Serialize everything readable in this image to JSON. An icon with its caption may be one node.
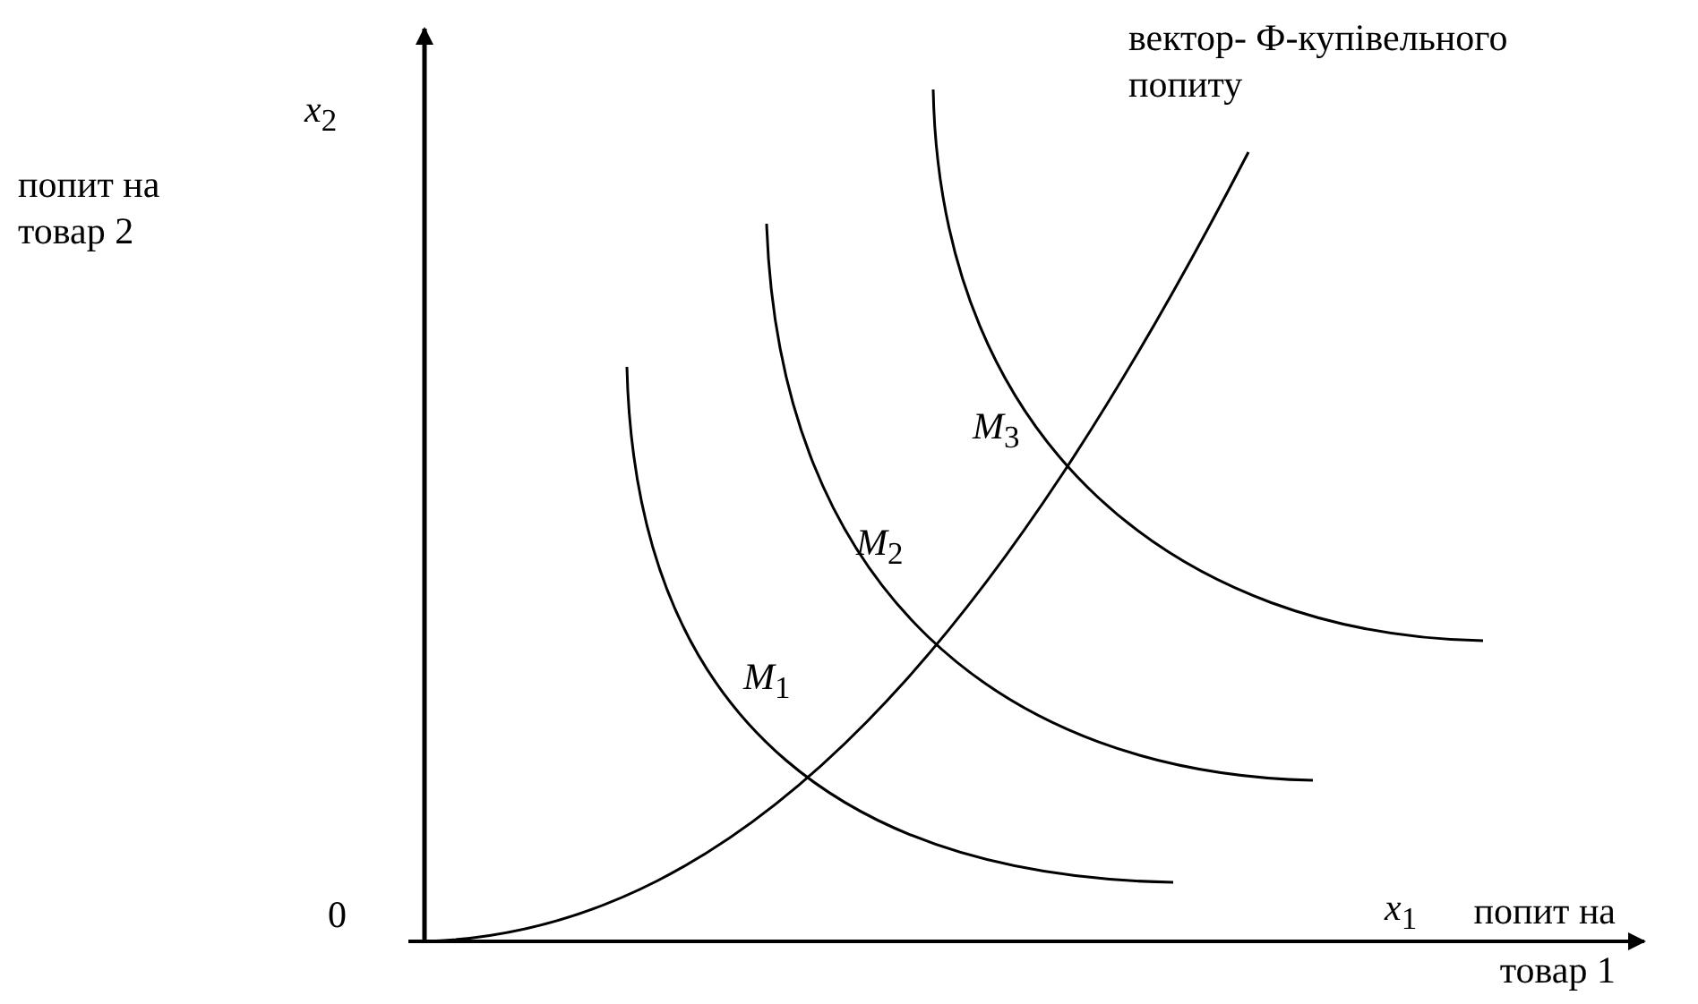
{
  "diagram": {
    "labels": [
      "*x*$_{2}$",
      "вектор- Ф-купівельного попиту",
      "попит на товар 2",
      "*M*$_{3}$",
      "*M*$_{2}$",
      "*M*$_{1}$",
      "0",
      "*x*$_{1}$",
      "попит на товар 1"
    ]
  }
}
